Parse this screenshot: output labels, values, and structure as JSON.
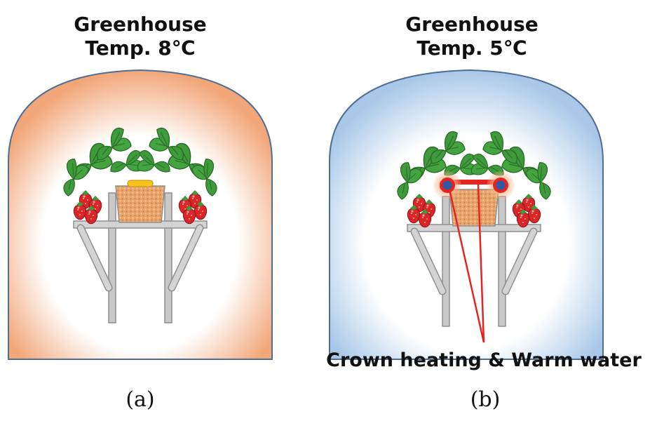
{
  "panel_a": {
    "title_line1": "Greenhouse",
    "title_line2": "Temp. 8℃",
    "caption": "(a)"
  },
  "panel_b": {
    "title_line1": "Greenhouse",
    "title_line2": "Temp. 5℃",
    "caption": "(b)",
    "callout": "Crown heating & Warm water"
  },
  "colors": {
    "warm_greenhouse": "#F2A77A",
    "cold_greenhouse": "#A9C8E8",
    "greenhouse_outline": "#4F6E96",
    "leaf": "#3E9A3A",
    "strawberry": "#D8262A",
    "substrate": "#E7A46B",
    "heating_pipe": "#E8231F",
    "frame": "#C9C9C9"
  }
}
